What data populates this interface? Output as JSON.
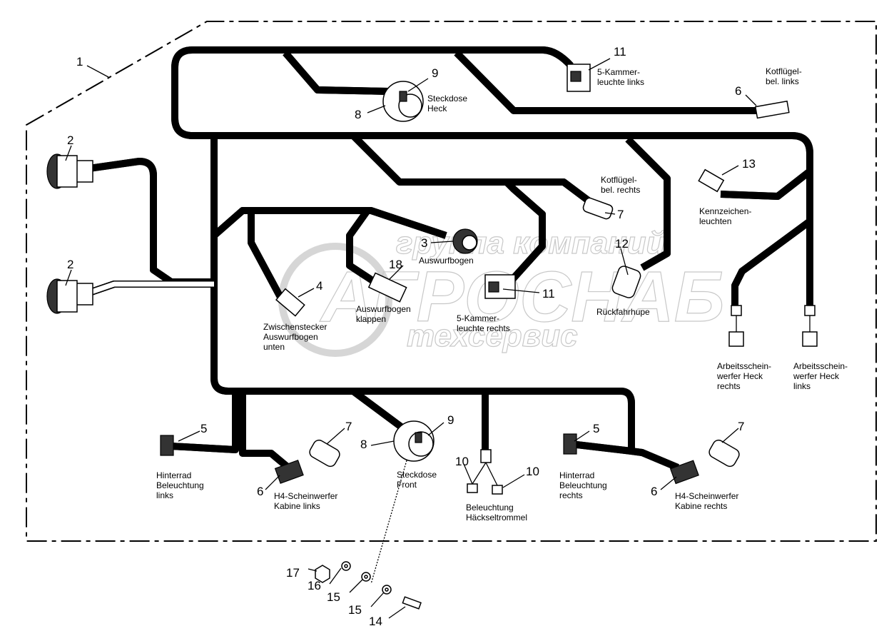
{
  "diagram": {
    "watermark": [
      "группа компаний",
      "АГРОСНАБ",
      "техсервис"
    ],
    "callouts": {
      "n1": "1",
      "n2a": "2",
      "n2b": "2",
      "n3": "3",
      "n4": "4",
      "n5a": "5",
      "n5b": "5",
      "n6a": "6",
      "n6b": "6",
      "n6c": "6",
      "n7a": "7",
      "n7b": "7",
      "n7c": "7",
      "n8a": "8",
      "n8b": "8",
      "n9a": "9",
      "n9b": "9",
      "n10a": "10",
      "n10b": "10",
      "n11a": "11",
      "n11b": "11",
      "n12": "12",
      "n13": "13",
      "n14": "14",
      "n15a": "15",
      "n15b": "15",
      "n16": "16",
      "n17": "17",
      "n18": "18"
    },
    "labels": {
      "kammer_links": [
        "5-Kammer-",
        "leuchte links"
      ],
      "steckdose_heck": [
        "Steckdose",
        "Heck"
      ],
      "kotfluegel_links": [
        "Kotflügel-",
        "bel. links"
      ],
      "kotfluegel_rechts": [
        "Kotflügel-",
        "bel. rechts"
      ],
      "kennzeichen": [
        "Kennzeichen-",
        "leuchten"
      ],
      "auswurfbogen": [
        "Auswurfbogen"
      ],
      "auswurfbogen_klappen": [
        "Auswurfbogen",
        "klappen"
      ],
      "zwischenstecker": [
        "Zwischenstecker",
        "Auswurfbogen",
        "unten"
      ],
      "kammer_rechts": [
        "5-Kammer-",
        "leuchte rechts"
      ],
      "rueckfahrhupe": [
        "Rückfahrhupe"
      ],
      "arbeits_rechts": [
        "Arbeitsschein-",
        "werfer Heck",
        "rechts"
      ],
      "arbeits_links": [
        "Arbeitsschein-",
        "werfer Heck",
        "links"
      ],
      "hinterrad_links": [
        "Hinterrad",
        "Beleuchtung",
        "links"
      ],
      "h4_links": [
        "H4-Scheinwerfer",
        "Kabine links"
      ],
      "steckdose_front": [
        "Steckdose",
        "Front"
      ],
      "haeckseltrommel": [
        "Beleuchtung",
        "Häckseltrommel"
      ],
      "hinterrad_rechts": [
        "Hinterrad",
        "Beleuchtung",
        "rechts"
      ],
      "h4_rechts": [
        "H4-Scheinwerfer",
        "Kabine rechts"
      ]
    }
  }
}
